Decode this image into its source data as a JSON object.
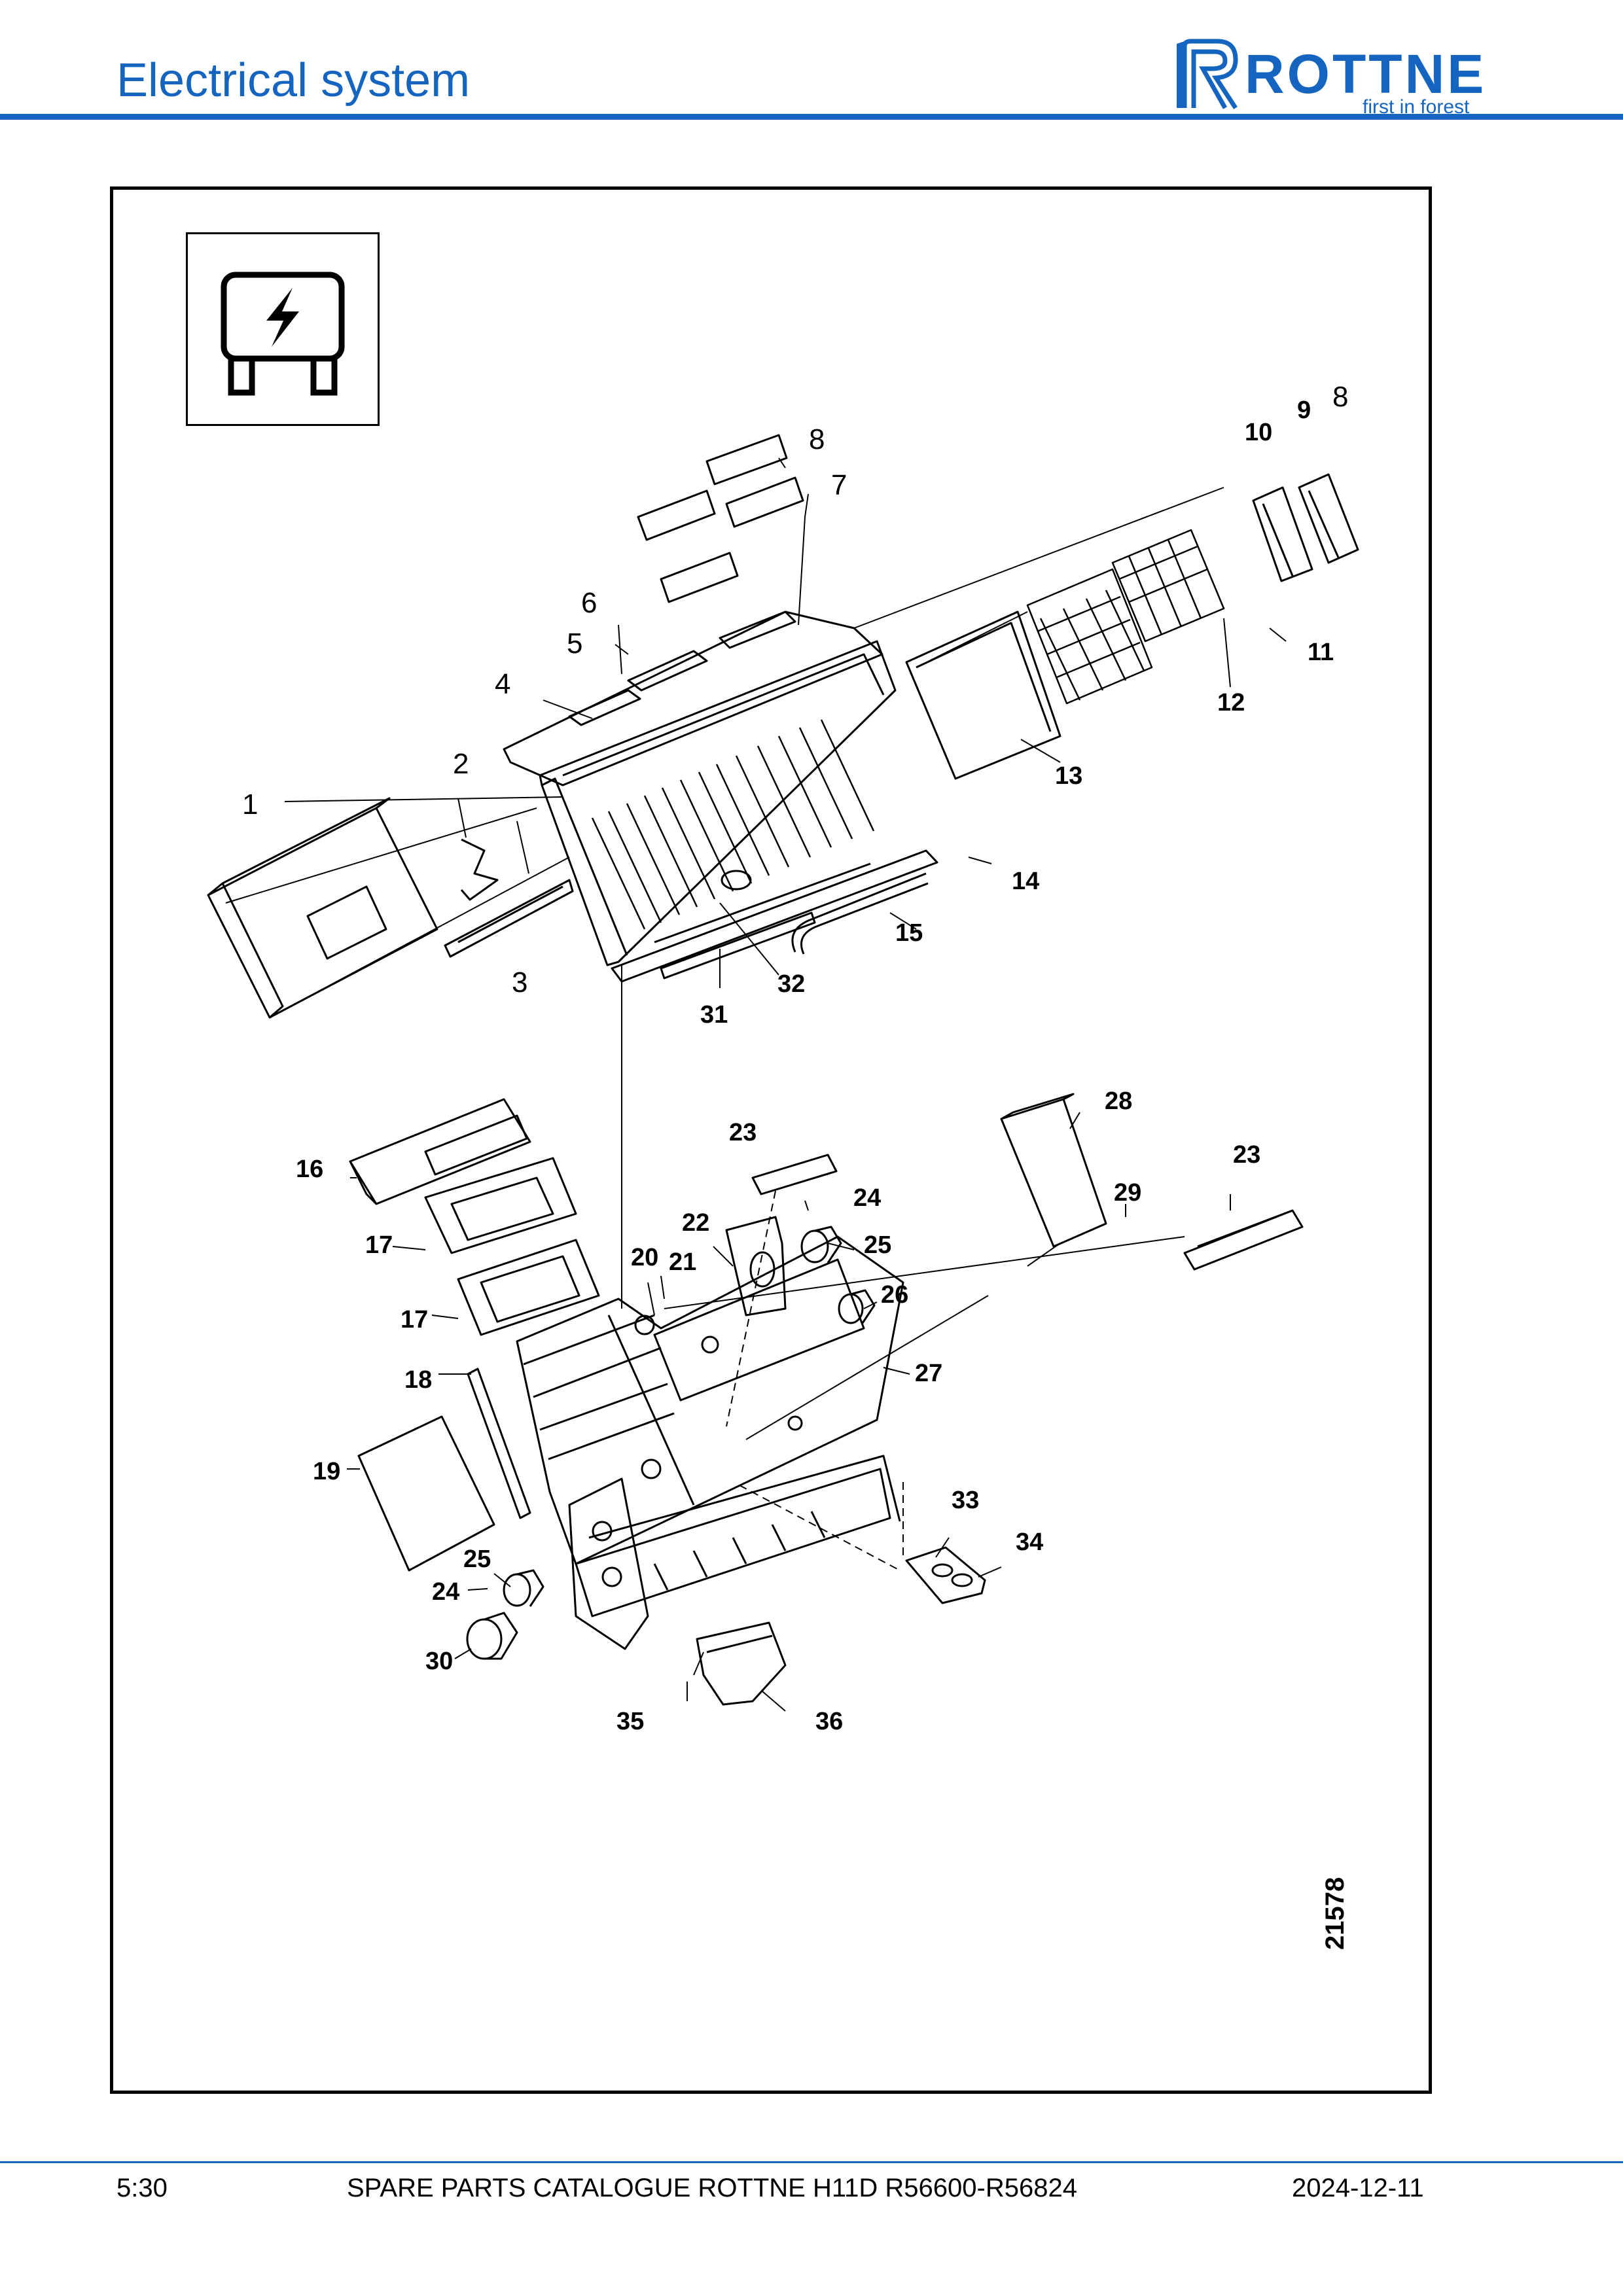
{
  "header": {
    "title": "Electrical system",
    "brand": "ROTTNE",
    "tagline": "first in forest",
    "accent_color": "#1565c0"
  },
  "section_icon": "fuse-icon",
  "drawing": {
    "number": "21578",
    "callouts": [
      "1",
      "2",
      "3",
      "4",
      "5",
      "6",
      "7",
      "8",
      "8",
      "9",
      "10",
      "11",
      "12",
      "13",
      "14",
      "15",
      "16",
      "17",
      "17",
      "18",
      "19",
      "20",
      "21",
      "22",
      "23",
      "23",
      "24",
      "24",
      "25",
      "25",
      "26",
      "27",
      "28",
      "29",
      "30",
      "31",
      "32",
      "33",
      "34",
      "35",
      "36"
    ]
  },
  "footer": {
    "page": "5:30",
    "catalogue": "SPARE PARTS CATALOGUE ROTTNE H11D R56600-R56824",
    "date": "2024-12-11"
  }
}
